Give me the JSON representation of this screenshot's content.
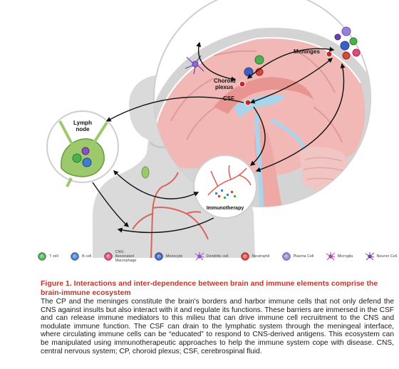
{
  "figure": {
    "labels": {
      "lymph_node": "Lymph\nnode",
      "meninges": "Meninges",
      "choroid_plexus": "Choroid\nplexus",
      "csf": "CSF",
      "immunotherapy": "Immunotherapy"
    },
    "legend": [
      {
        "key": "t-cell",
        "label": "T cell",
        "color": "#4caf50"
      },
      {
        "key": "b-cell",
        "label": "B cell",
        "color": "#3f7fd0"
      },
      {
        "key": "macrophage",
        "label": "CNS-Associated Macrophage",
        "color": "#e0487a"
      },
      {
        "key": "monocyte",
        "label": "Monocyte",
        "color": "#3b5fc4"
      },
      {
        "key": "dendritic-cell",
        "label": "Dendritic cell",
        "color": "#8e4fc1"
      },
      {
        "key": "neutrophil",
        "label": "Neutrophil",
        "color": "#d9453b"
      },
      {
        "key": "plasma-cell",
        "label": "Plasma Cell",
        "color": "#9a7fd6"
      },
      {
        "key": "microglia",
        "label": "Microglia",
        "color": "#b13bb0"
      },
      {
        "key": "neuron-cell",
        "label": "Neuron Cell",
        "color": "#6d3fb0"
      }
    ]
  },
  "caption": {
    "title": "Figure 1. Interactions and inter-dependence between brain and immune elements comprise the brain-immune ecosystem",
    "body": "The CP and the meninges constitute the brain's borders and harbor immune cells that not only defend the CNS against insults but also interact with it and regulate its functions. These barriers are immersed in the CSF and can release immune mediators to this milieu that can drive immune cell recruitment to the CNS and modulate immune function. The CSF can drain to the lymphatic system through the meningeal interface, where circulating immune cells can be “educated” to respond to CNS-derived antigens. This ecosystem can be manipulated using immunotherapeutic approaches to help the immune system cope with disease. CNS, central nervous system; CP, choroid plexus; CSF, cerebrospinal fluid."
  }
}
